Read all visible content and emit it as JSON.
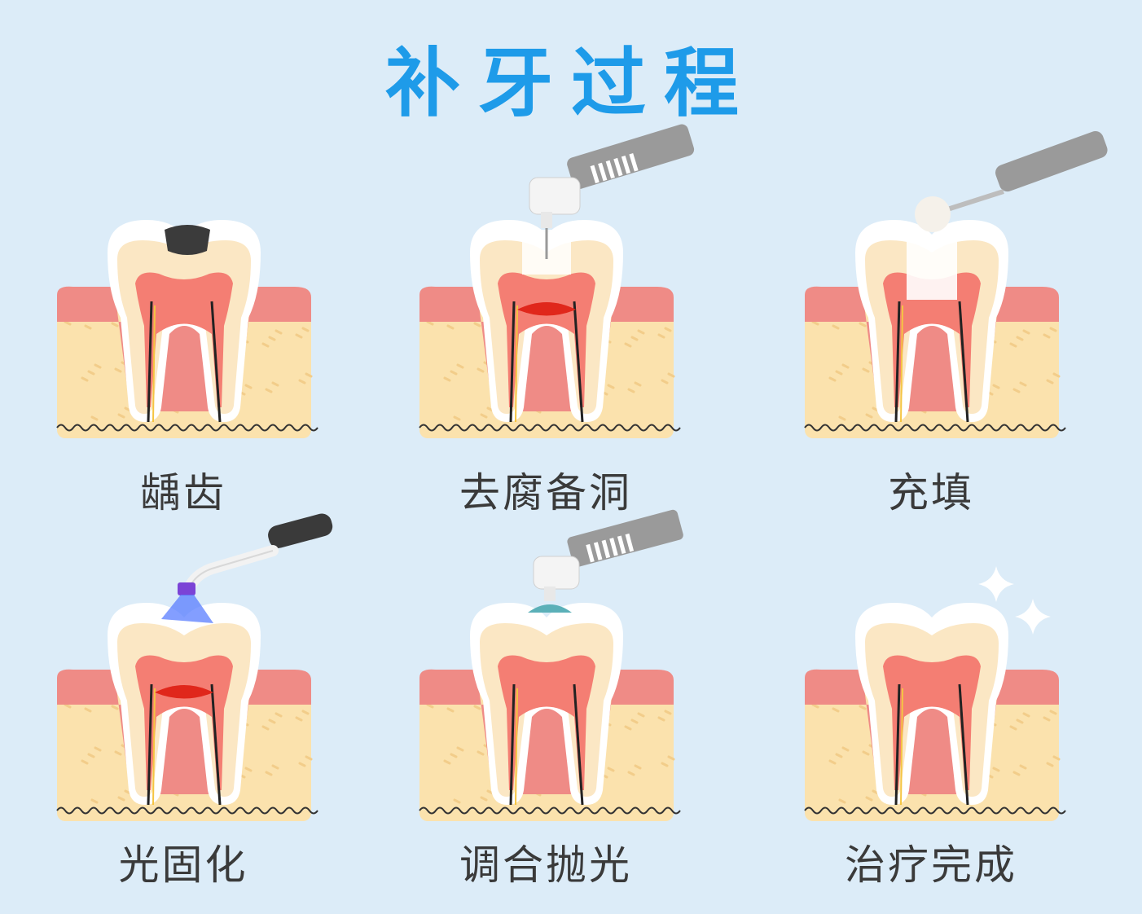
{
  "title": "补牙过程",
  "steps": [
    {
      "label": "龋齿",
      "tool": "none",
      "tool_icon": "cavity-hole"
    },
    {
      "label": "去腐备洞",
      "tool": "drill",
      "tool_icon": "dental-drill-icon"
    },
    {
      "label": "充填",
      "tool": "filler",
      "tool_icon": "filling-instrument-icon"
    },
    {
      "label": "光固化",
      "tool": "curing-light",
      "tool_icon": "curing-light-icon"
    },
    {
      "label": "调合抛光",
      "tool": "polisher",
      "tool_icon": "polishing-drill-icon"
    },
    {
      "label": "治疗完成",
      "tool": "sparkle",
      "tool_icon": "sparkle-icon"
    }
  ],
  "colors": {
    "title": "#1e9be9",
    "background": "#dcecf8",
    "enamel": "#ffffff",
    "dentin": "#fbe7c4",
    "pulp": "#f47e73",
    "gum": "#ef8b86",
    "bone": "#fbe2ad",
    "decay": "#3b3b3b",
    "curing_light": "#5a7dff"
  }
}
